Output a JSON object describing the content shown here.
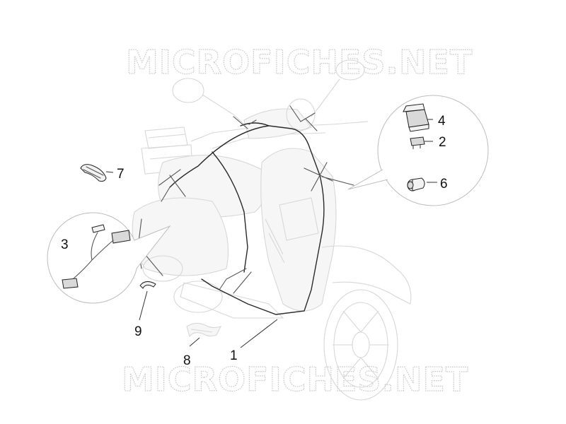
{
  "watermark": {
    "text": "MICROFICHES.NET"
  },
  "callouts": [
    {
      "id": "1",
      "label": "1"
    },
    {
      "id": "2",
      "label": "2"
    },
    {
      "id": "3",
      "label": "3"
    },
    {
      "id": "4",
      "label": "4"
    },
    {
      "id": "6",
      "label": "6"
    },
    {
      "id": "7",
      "label": "7"
    },
    {
      "id": "8",
      "label": "8"
    },
    {
      "id": "9",
      "label": "9"
    }
  ],
  "colors": {
    "line": "#222222",
    "ghost": "#d7d7d7",
    "watermark": "#c9c9c9",
    "background": "#ffffff"
  }
}
